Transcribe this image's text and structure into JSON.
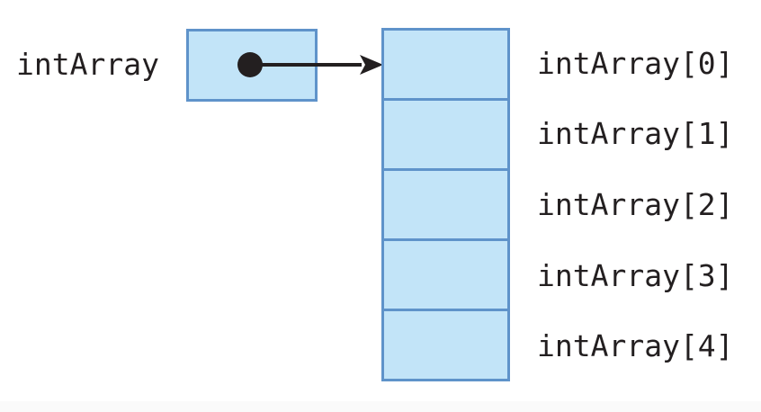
{
  "diagram": {
    "title_hint": "array reference diagram",
    "variable_label": "intArray",
    "element_labels": {
      "0": "intArray[0]",
      "1": "intArray[1]",
      "2": "intArray[2]",
      "3": "intArray[3]",
      "4": "intArray[4]"
    },
    "array_length": 5,
    "colors": {
      "cell_fill": "#c2e4f8",
      "cell_border": "#5f93ca",
      "text": "#231f20",
      "pointer": "#231f20",
      "footer_band": "#fafafa"
    }
  }
}
